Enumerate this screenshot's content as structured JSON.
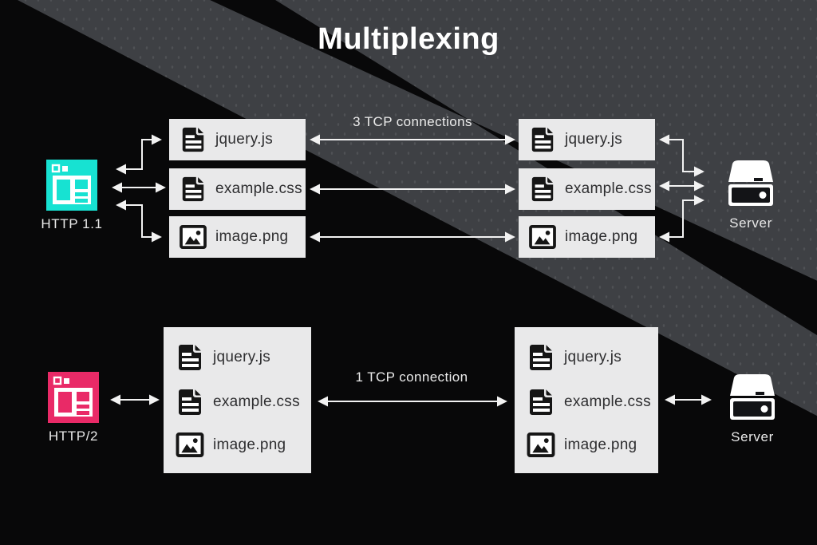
{
  "title": "Multiplexing",
  "colors": {
    "background": "#080809",
    "gray_band": "#3e4044",
    "chip_background": "#e9e9ea",
    "http11_accent": "#17e2d2",
    "http2_accent": "#e92a67",
    "line": "#f2f2f2",
    "chip_text": "#2e2e30"
  },
  "top_section": {
    "client": {
      "label": "HTTP 1.1",
      "icon": "browser-icon"
    },
    "server": {
      "label": "Server",
      "icon": "server-icon"
    },
    "connection_label": "3 TCP connections",
    "client_files": [
      {
        "name": "jquery.js",
        "icon": "file-document-icon"
      },
      {
        "name": "example.css",
        "icon": "file-document-icon"
      },
      {
        "name": "image.png",
        "icon": "file-image-icon"
      }
    ],
    "server_files": [
      {
        "name": "jquery.js",
        "icon": "file-document-icon"
      },
      {
        "name": "example.css",
        "icon": "file-document-icon"
      },
      {
        "name": "image.png",
        "icon": "file-image-icon"
      }
    ]
  },
  "bottom_section": {
    "client": {
      "label": "HTTP/2",
      "icon": "browser-icon"
    },
    "server": {
      "label": "Server",
      "icon": "server-icon"
    },
    "connection_label": "1 TCP connection",
    "client_files": [
      {
        "name": "jquery.js",
        "icon": "file-document-icon"
      },
      {
        "name": "example.css",
        "icon": "file-document-icon"
      },
      {
        "name": "image.png",
        "icon": "file-image-icon"
      }
    ],
    "server_files": [
      {
        "name": "jquery.js",
        "icon": "file-document-icon"
      },
      {
        "name": "example.css",
        "icon": "file-document-icon"
      },
      {
        "name": "image.png",
        "icon": "file-image-icon"
      }
    ]
  }
}
